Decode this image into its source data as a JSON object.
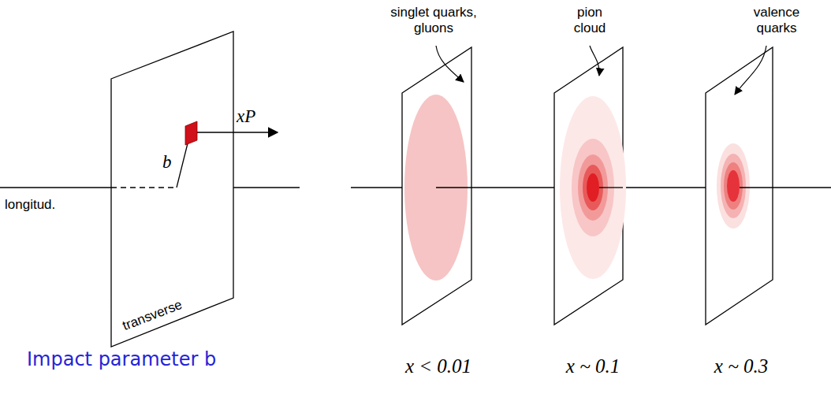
{
  "diagram": {
    "labels": [
      "xP",
      "b",
      "longitud.",
      "transverse",
      "Impact parameter b",
      "singlet quarks, gluons",
      "pion cloud",
      "valence quarks",
      "x < 0.01",
      "x ~ 0.1",
      "x ~ 0.3"
    ]
  }
}
